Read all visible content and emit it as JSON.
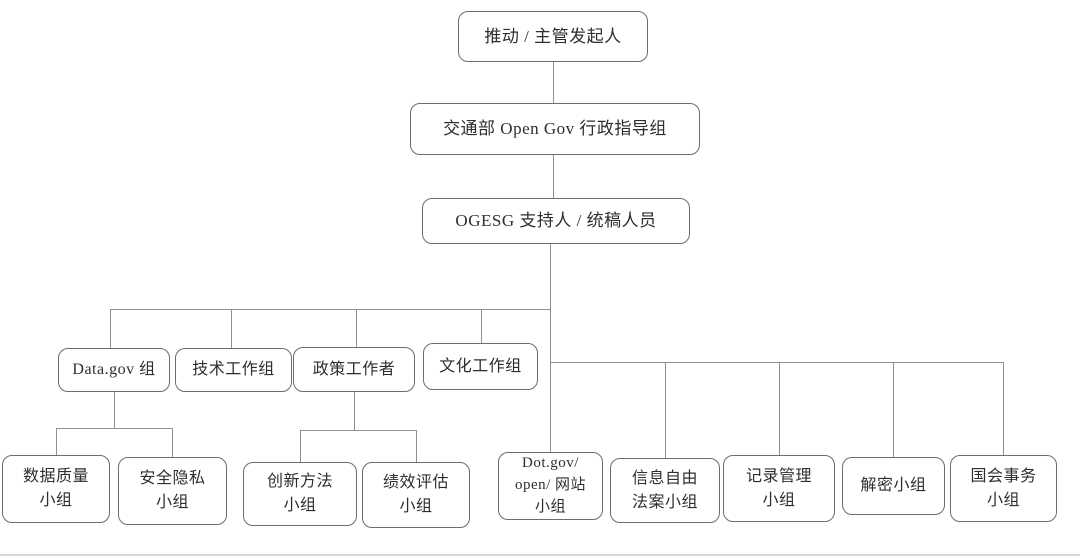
{
  "diagram": {
    "type": "org-chart",
    "language": "zh",
    "colors": {
      "background": "#ffffff",
      "box_border": "#6d6d6d",
      "connector_line": "#8f8f8f",
      "text": "#2e2e2e",
      "bottom_rule": "#d6d6d6"
    },
    "nodes": {
      "sponsor": {
        "label": "推动 / 主管发起人"
      },
      "steering": {
        "label": "交通部 Open Gov 行政指导组"
      },
      "support": {
        "label": "OGESG 支持人 / 统稿人员"
      },
      "datagov": {
        "label": "Data.gov 组"
      },
      "tech": {
        "label": "技术工作组"
      },
      "policy": {
        "label": "政策工作者"
      },
      "culture": {
        "label": "文化工作组"
      },
      "data_quality": {
        "label": "数据质量\n小组"
      },
      "security_privacy": {
        "label": "安全隐私\n小组"
      },
      "innovation": {
        "label": "创新方法\n小组"
      },
      "performance": {
        "label": "绩效评估\n小组"
      },
      "dotgov_web": {
        "label": "Dot.gov/\nopen/ 网站\n小组"
      },
      "foia": {
        "label": "信息自由\n法案小组"
      },
      "records": {
        "label": "记录管理\n小组"
      },
      "declassification": {
        "label": "解密小组"
      },
      "congress": {
        "label": "国会事务\n小组"
      }
    },
    "edges": [
      {
        "from": "sponsor",
        "to": "steering"
      },
      {
        "from": "steering",
        "to": "support"
      },
      {
        "from": "support",
        "to": "datagov"
      },
      {
        "from": "support",
        "to": "tech"
      },
      {
        "from": "support",
        "to": "policy"
      },
      {
        "from": "support",
        "to": "culture"
      },
      {
        "from": "support",
        "to": "dotgov_web"
      },
      {
        "from": "support",
        "to": "foia"
      },
      {
        "from": "support",
        "to": "records"
      },
      {
        "from": "support",
        "to": "declassification"
      },
      {
        "from": "support",
        "to": "congress"
      },
      {
        "from": "datagov",
        "to": "data_quality"
      },
      {
        "from": "datagov",
        "to": "security_privacy"
      },
      {
        "from": "policy",
        "to": "innovation"
      },
      {
        "from": "policy",
        "to": "performance"
      }
    ]
  }
}
